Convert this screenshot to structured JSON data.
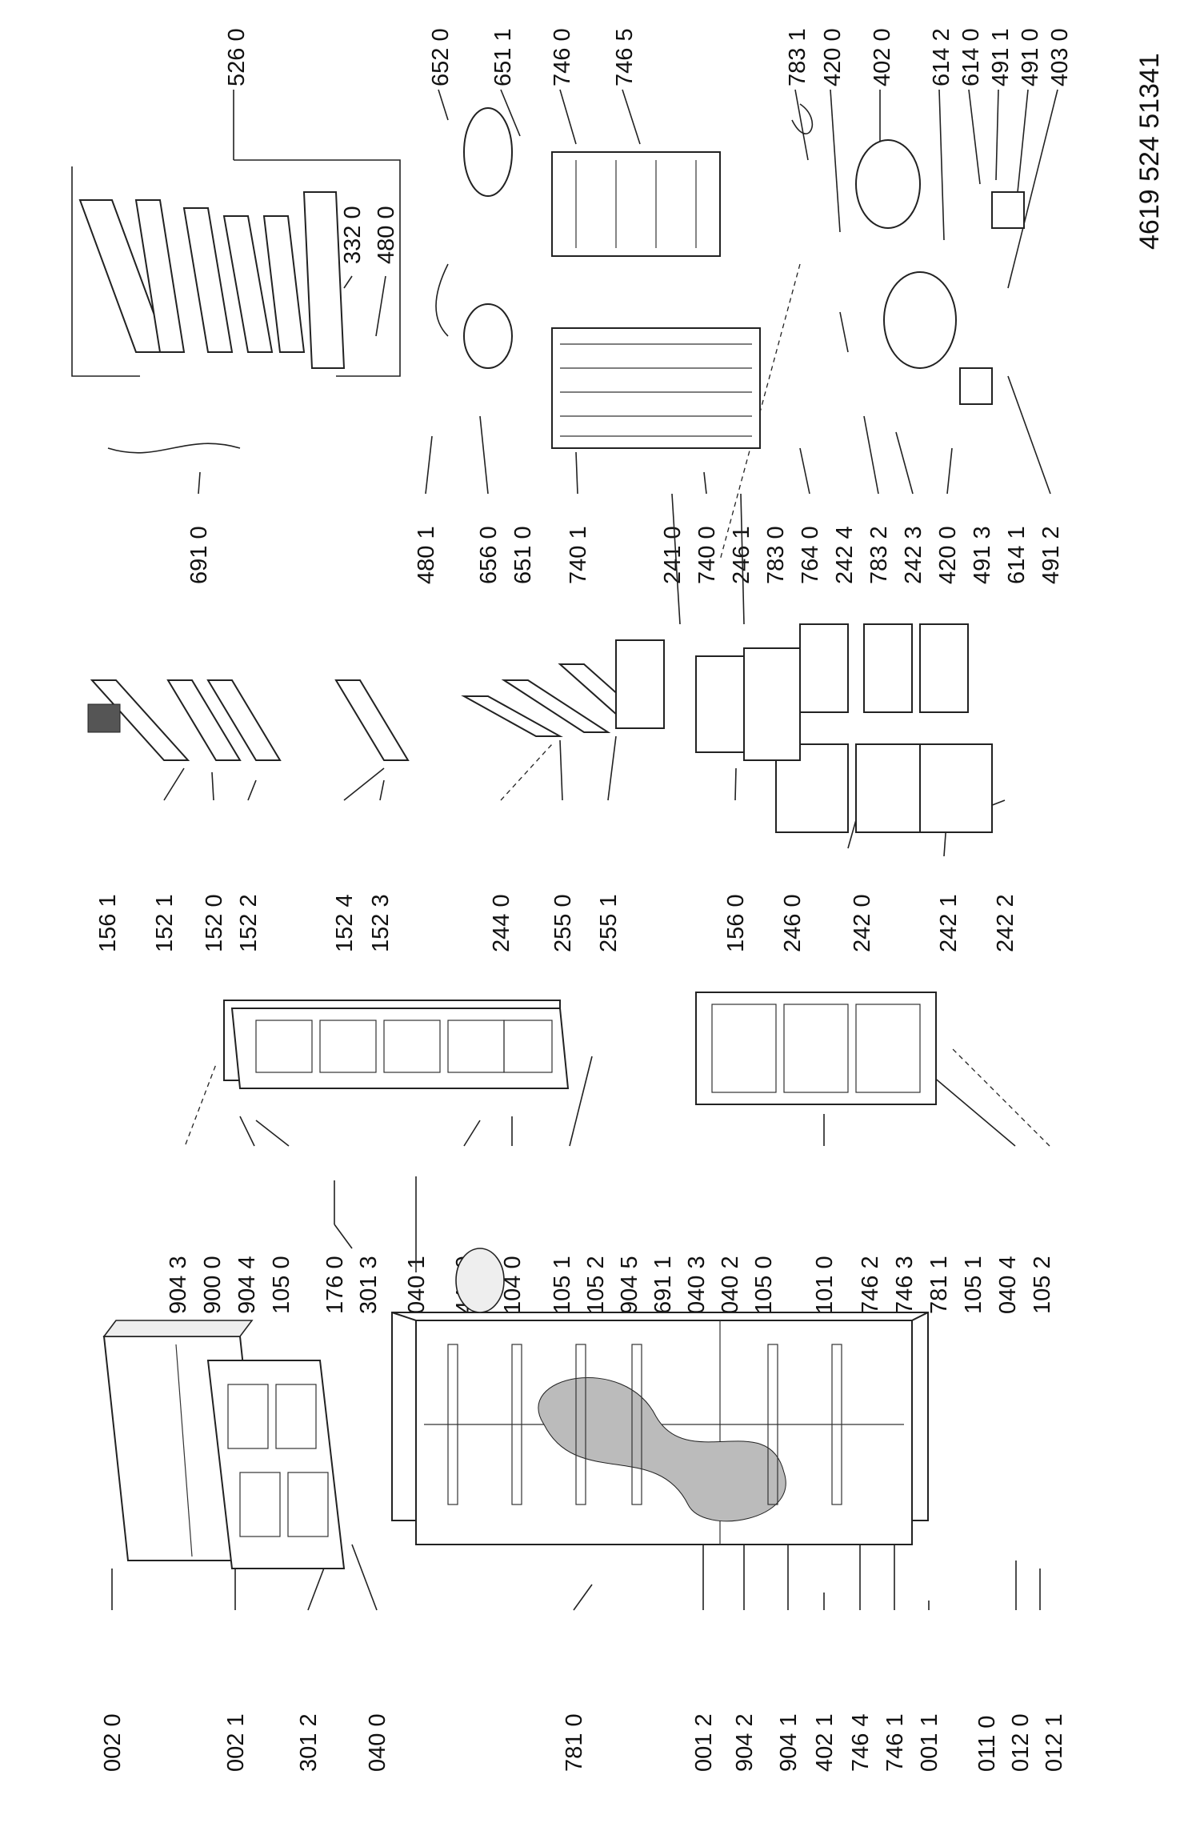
{
  "document_code": "4619 524 51341",
  "labels": {
    "left_column": [
      "002 0",
      "002 1",
      "301 2",
      "040 0",
      "781 0",
      "001 2",
      "904 2",
      "904 1",
      "402 1",
      "746 4",
      "746 1",
      "001 1",
      "011 0",
      "012 0",
      "012 1"
    ],
    "door_column": [
      "904 3",
      "900 0",
      "904 4",
      "105 0",
      "176 0",
      "301 3",
      "040 1",
      "440 0",
      "104 0",
      "105 1",
      "105 2",
      "904 5",
      "691 1",
      "040 3",
      "040 2",
      "105 0",
      "101 0",
      "746 2",
      "746 3",
      "781 1",
      "105 1",
      "040 4",
      "105 2"
    ],
    "shelf_column": [
      "156 1",
      "152 1",
      "152 0",
      "152 2",
      "152 4",
      "152 3",
      "244 0",
      "255 0",
      "255 1",
      "156 0",
      "246 0",
      "242 0",
      "242 1",
      "242 2"
    ],
    "middle_column": [
      "691 0",
      "480 1",
      "656 0",
      "651 0",
      "740 1",
      "241 0",
      "740 0",
      "246 1",
      "783 0",
      "764 0",
      "242 4",
      "783 2",
      "242 3",
      "420 0",
      "491 3",
      "614 1",
      "491 2"
    ],
    "top_row": [
      "526 0",
      "652 0",
      "651 1",
      "746 0",
      "746 5",
      "783 1",
      "420 0",
      "402 0",
      "614 2",
      "614 0",
      "491 1",
      "491 0",
      "403 0"
    ],
    "panel_parts": [
      "332 0",
      "480 0"
    ]
  }
}
